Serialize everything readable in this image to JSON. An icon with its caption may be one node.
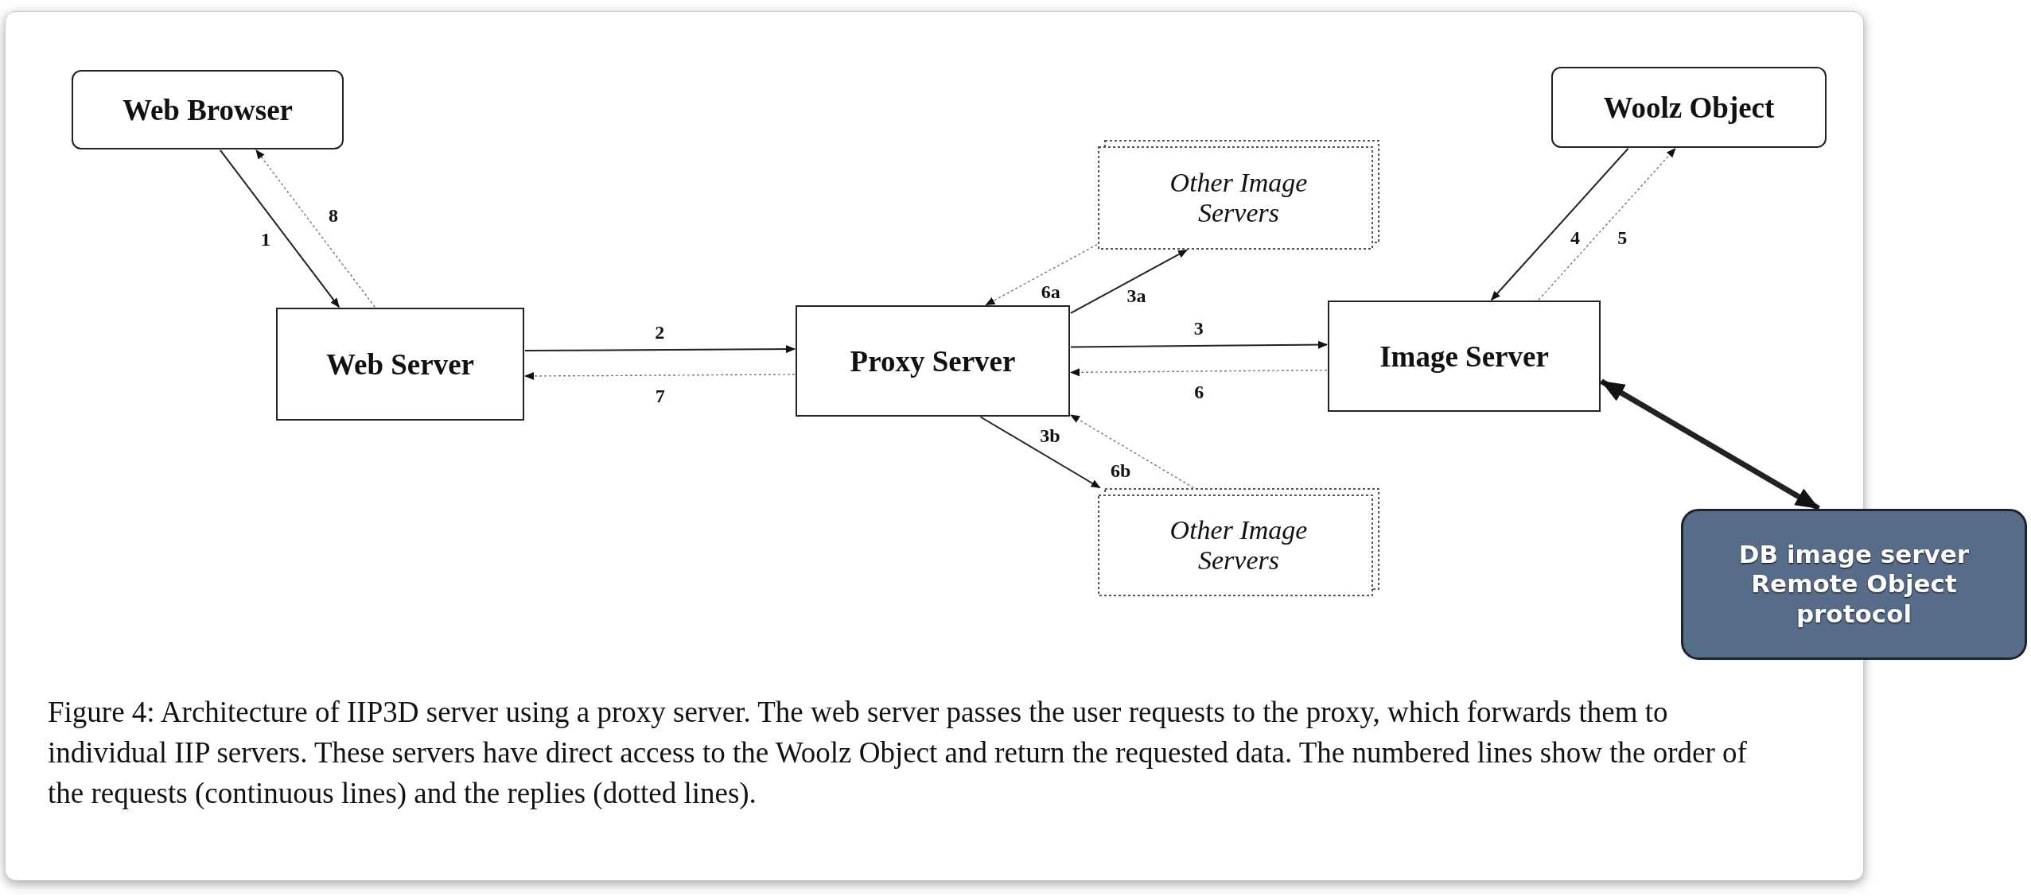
{
  "diagram": {
    "nodes": [
      {
        "text": [
          "Web Browser"
        ]
      },
      {
        "text": [
          "Woolz Object"
        ]
      },
      {
        "text": [
          "Other Image Servers"
        ]
      },
      {
        "text": [
          "Web Server"
        ]
      },
      {
        "text": [
          "Proxy Server"
        ]
      },
      {
        "text": [
          "Image Server"
        ]
      },
      {
        "text": [
          "Other Image Servers"
        ]
      },
      {
        "text": [
          "DB image server Remote Object protocol"
        ]
      }
    ],
    "edges": [
      {
        "from": 0,
        "to": 3,
        "arrow": "to",
        "label": "1"
      },
      {
        "from": 3,
        "to": 0,
        "arrow": "to",
        "label": "8",
        "style": "dashed"
      },
      {
        "from": 3,
        "to": 4,
        "arrow": "to",
        "label": "2"
      },
      {
        "from": 4,
        "to": 3,
        "arrow": "to",
        "label": "7",
        "style": "dashed"
      },
      {
        "from": 4,
        "to": 2,
        "arrow": "to",
        "label": "3a"
      },
      {
        "from": 2,
        "to": 4,
        "arrow": "to",
        "label": "6a",
        "style": "dashed"
      },
      {
        "from": 4,
        "to": 5,
        "arrow": "to",
        "label": "3"
      },
      {
        "from": 5,
        "to": 4,
        "arrow": "to",
        "label": "6",
        "style": "dashed"
      },
      {
        "from": 4,
        "to": 6,
        "arrow": "to",
        "label": "3b"
      },
      {
        "from": 6,
        "to": 4,
        "arrow": "to",
        "label": "6b",
        "style": "dashed"
      },
      {
        "from": 1,
        "to": 5,
        "arrow": "to",
        "label": "4"
      },
      {
        "from": 5,
        "to": 1,
        "arrow": "to",
        "label": "5",
        "style": "dashed"
      },
      {
        "from": 5,
        "to": 7,
        "arrow": "both",
        "style": "thick"
      }
    ],
    "caption": "Figure 4: Architecture of IIP3D server using a proxy server. The web server passes the user requests to the proxy, which forwards them to individual IIP servers. These servers have direct access to the Woolz Object and return the requested data. The numbered lines show the order of the requests (continuous lines) and the replies (dotted lines)."
  }
}
